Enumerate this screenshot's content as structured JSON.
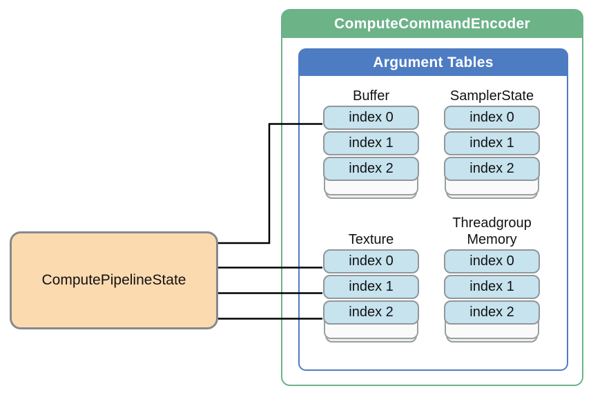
{
  "colors": {
    "encoder_green": "#6cb388",
    "tables_blue": "#4d7cc3",
    "slot_fill": "#c6e3ee",
    "slot_border": "#909699",
    "pipeline_fill": "#fcdab0",
    "pipeline_border": "#85898c",
    "connector": "#000000"
  },
  "encoder": {
    "title": "ComputeCommandEncoder"
  },
  "argument_tables": {
    "title": "Argument Tables",
    "tables": [
      {
        "name": "Buffer",
        "slots": [
          "index 0",
          "index 1",
          "index 2"
        ]
      },
      {
        "name": "SamplerState",
        "slots": [
          "index 0",
          "index 1",
          "index 2"
        ]
      },
      {
        "name": "Texture",
        "slots": [
          "index 0",
          "index 1",
          "index 2"
        ]
      },
      {
        "name": "Threadgroup Memory",
        "slots": [
          "index 0",
          "index 1",
          "index 2"
        ]
      }
    ]
  },
  "pipeline": {
    "title": "ComputePipelineState"
  },
  "connections": [
    {
      "from": "ComputePipelineState",
      "to": "Buffer index 0",
      "shape": "elbow"
    },
    {
      "from": "ComputePipelineState",
      "to": "Texture index 0",
      "shape": "straight"
    },
    {
      "from": "ComputePipelineState",
      "to": "Texture index 1",
      "shape": "straight"
    },
    {
      "from": "ComputePipelineState",
      "to": "Texture index 2",
      "shape": "straight"
    }
  ]
}
